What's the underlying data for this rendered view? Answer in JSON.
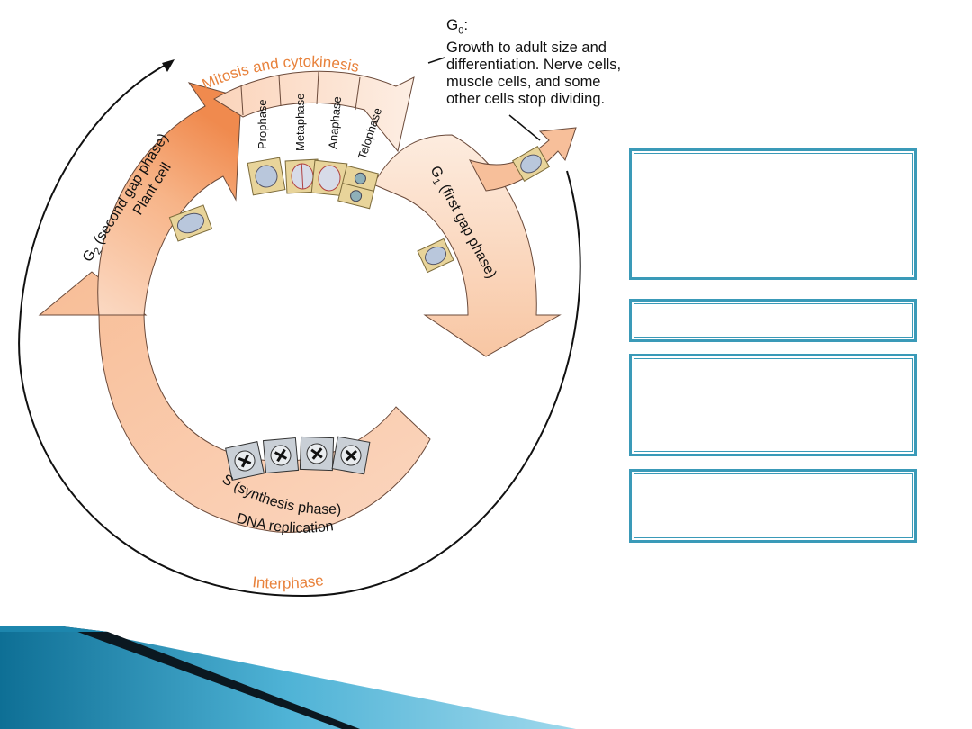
{
  "diagram": {
    "mitosis_label": "Mitosis and cytokinesis",
    "mitosis_phases": [
      "Prophase",
      "Metaphase",
      "Anaphase",
      "Telophase"
    ],
    "g2_label_main": "G",
    "g2_label_sub": "2",
    "g2_label_rest": " (second gap phase)",
    "g2_cell_label": "Plant cell",
    "g1_label_main": "G",
    "g1_label_sub": "1",
    "g1_label_rest": " (first gap phase)",
    "s_label": "S (synthesis phase)",
    "s_sublabel": "DNA replication",
    "interphase_label": "Interphase"
  },
  "g0": {
    "title_main": "G",
    "title_sub": "0",
    "title_suffix": ":",
    "lines": [
      "Growth to adult  size and",
      "differentiation. Nerve cells,",
      "muscle cells, and some",
      "other cells stop dividing."
    ]
  },
  "colors": {
    "arrow_light": "#fce3d2",
    "arrow_mid": "#f7bf9a",
    "arrow_dark": "#f08a4e",
    "label_orange": "#e8823c",
    "box_border": "#3a9ab8"
  }
}
